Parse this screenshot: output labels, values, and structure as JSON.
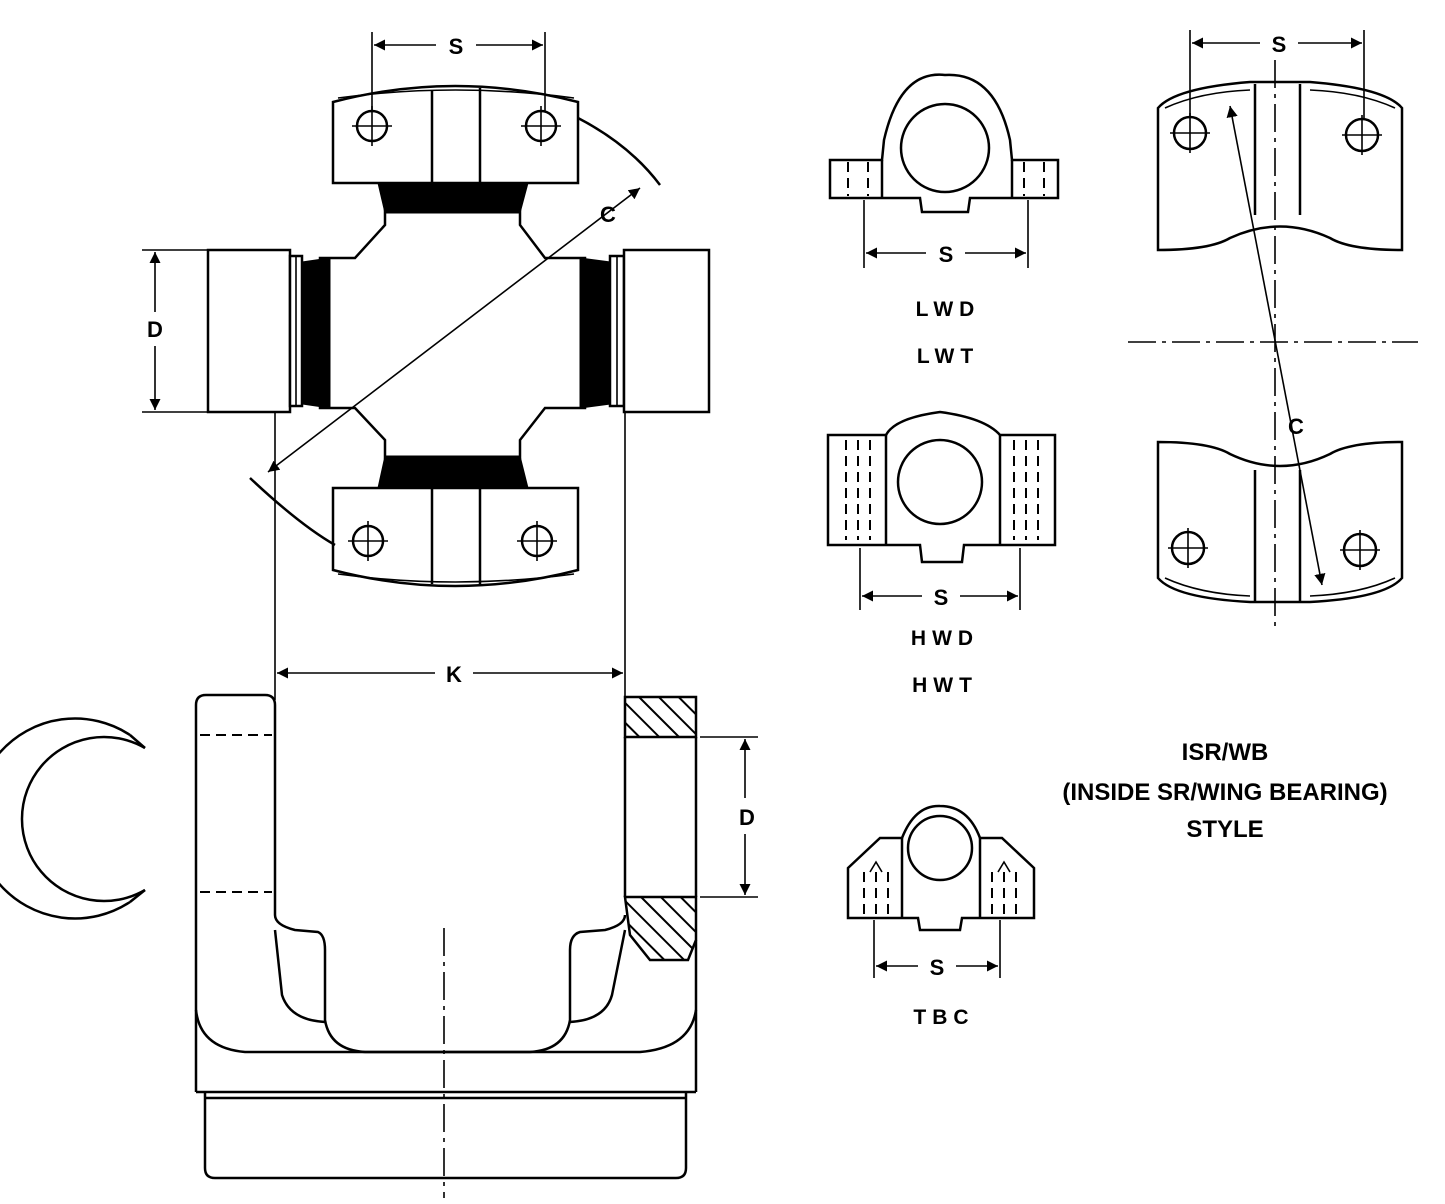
{
  "dimensions": {
    "s": "S",
    "c": "C",
    "d": "D",
    "k": "K"
  },
  "variants": [
    {
      "id": "lwd",
      "caption": "LWD"
    },
    {
      "id": "lwt",
      "caption": "LWT"
    },
    {
      "id": "hwd",
      "caption": "HWD"
    },
    {
      "id": "hwt",
      "caption": "HWT"
    },
    {
      "id": "tbc",
      "caption": "TBC"
    }
  ],
  "isr_wb": {
    "line1": "ISR/WB",
    "line2": "(INSIDE SR/WING BEARING)",
    "line3": "STYLE"
  }
}
